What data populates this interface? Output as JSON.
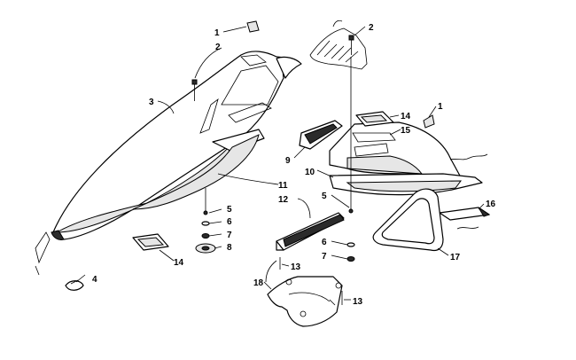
{
  "callouts": {
    "c1a": "1",
    "c1b": "1",
    "c2a": "2",
    "c2b": "2",
    "c3": "3",
    "c4": "4",
    "c5a": "5",
    "c5b": "5",
    "c6a": "6",
    "c6b": "6",
    "c7a": "7",
    "c7b": "7",
    "c8": "8",
    "c9": "9",
    "c10": "10",
    "c11": "11",
    "c12": "12",
    "c13a": "13",
    "c13b": "13",
    "c14a": "14",
    "c14b": "14",
    "c15": "15",
    "c16": "16",
    "c17": "17",
    "c18": "18"
  }
}
